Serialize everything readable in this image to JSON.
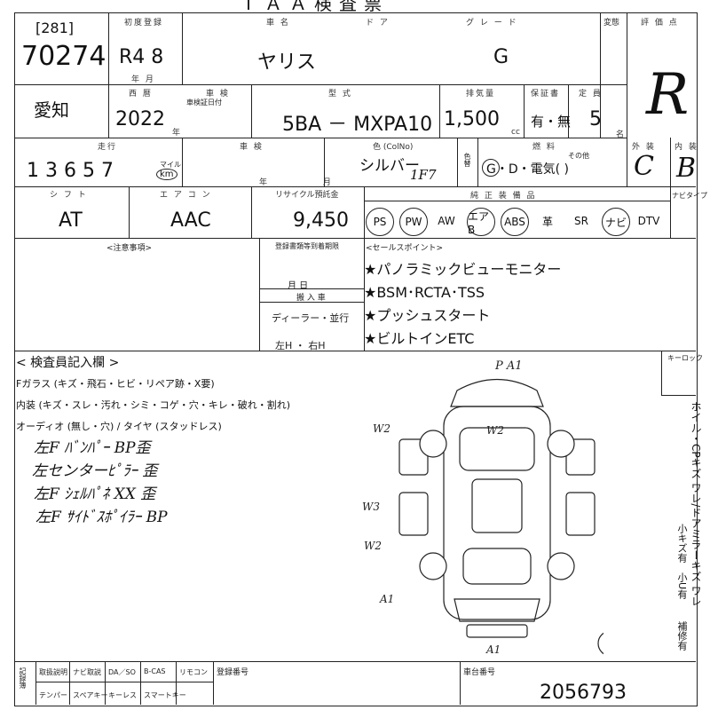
{
  "header": {
    "title": "ＴＡＡ検査票",
    "lot_label": "[281]",
    "lot_number": "70274",
    "first_reg_label": "初度登録",
    "first_reg_value": "R4 8",
    "first_reg_unit": "年 月",
    "name_label": "車 名",
    "door_label": "ド ア",
    "grade_label": "グ レ ー ド",
    "car_name": "ヤリス",
    "grade": "G",
    "score_label": "評 価 点",
    "score_hand": "R",
    "score_small_label": "変態"
  },
  "row2": {
    "region": "愛知",
    "year_label": "西 暦",
    "year": "2022",
    "year_unit": "年",
    "vin_label": "車 検",
    "vin_sub": "車検証日付",
    "model_label": "型 式",
    "model": "5BA － MXPA10",
    "cc_label": "排気量",
    "cc": "1,500",
    "cc_unit": "cc",
    "warranty_label": "保証書",
    "warranty": "有・無",
    "capacity_label": "定 員",
    "capacity": "5",
    "capacity_unit": "名"
  },
  "row3": {
    "mileage_label": "走行",
    "mileage": "1 3  6 5 7",
    "mileage_unit": "km",
    "mileage_alt_unit": "マイル",
    "inspection_label": "車 検",
    "inspection_unit": "年 月",
    "color_label": "色 (ColNo)",
    "color": "シルバー",
    "color_no": "1F7",
    "color_change_label": "色替",
    "fuel_label": "燃 料",
    "fuel": "G・D・電気(     )",
    "fuel_other": "その他",
    "exterior_label": "外 装",
    "exterior": "C",
    "interior_label": "内 装",
    "interior": "B"
  },
  "row4": {
    "shift_label": "シ フ ト",
    "shift": "AT",
    "ac_label": "エ ア コ ン",
    "ac": "AAC",
    "recycle_label": "リサイクル預託金",
    "recycle": "9,450",
    "equipment_label": "純 正 装 備 品",
    "equipment": [
      "PS",
      "PW",
      "AW",
      "エアB",
      "ABS",
      "革",
      "SR",
      "ナビ",
      "DTV"
    ],
    "equipment_circled": [
      true,
      true,
      false,
      true,
      true,
      false,
      false,
      true,
      false
    ],
    "navi_type_label": "ナビタイプ"
  },
  "notes_box": {
    "caution_label": "<注意事項>",
    "reg_deadline_label": "登録書類等到着期限",
    "month_day": "月        日",
    "arrival_label": "搬 入 車",
    "transport": "ディーラー・並行",
    "steering": "左H ・ 右H",
    "sales_label": "<セールスポイント>",
    "sales_points": [
      "★パノラミックビューモニター",
      "★BSM･RCTA･TSS",
      "★プッシュスタート",
      "★ビルトインETC"
    ]
  },
  "inspector": {
    "title": "< 検査員記入欄 >",
    "lines": [
      "Fガラス (キズ・飛石・ヒビ・リペア跡・X要)",
      "内装 (キズ・スレ・汚れ・シミ・コゲ・穴・キレ・破れ・割れ)",
      "オーディオ (無し・穴) / タイヤ (スタッドレス)"
    ],
    "memos": [
      "左F ﾊﾞﾝﾊﾟｰ BP歪",
      "左センターﾋﾟﾗｰ 歪",
      "左F ｼｪﾙﾊﾟﾈ XX 歪",
      "左F ｻｲﾄﾞｽﾎﾟｲﾗｰ BP"
    ],
    "key_label": "キーロック",
    "diagram_marks": [
      "P A1",
      "W2",
      "W2",
      "W3",
      "W2",
      "A1",
      "A1"
    ],
    "side_text": "ホイル・CPキズ ワレ/ドアミラーキズ ワレ",
    "side_sub1": "小キズ有",
    "side_sub2": "小U有",
    "side_sub3": "補修有"
  },
  "footer": {
    "cols": [
      "取扱説明",
      "ナビ取説",
      "DA／SO",
      "B-CAS",
      "リモコン",
      "スペアキー",
      "キーレス",
      "スマートキー"
    ],
    "record_label": "記録簿",
    "spare_label": "テンパー",
    "reg_no_label": "登録番号",
    "serial_label": "車台番号",
    "serial": "2056793"
  }
}
